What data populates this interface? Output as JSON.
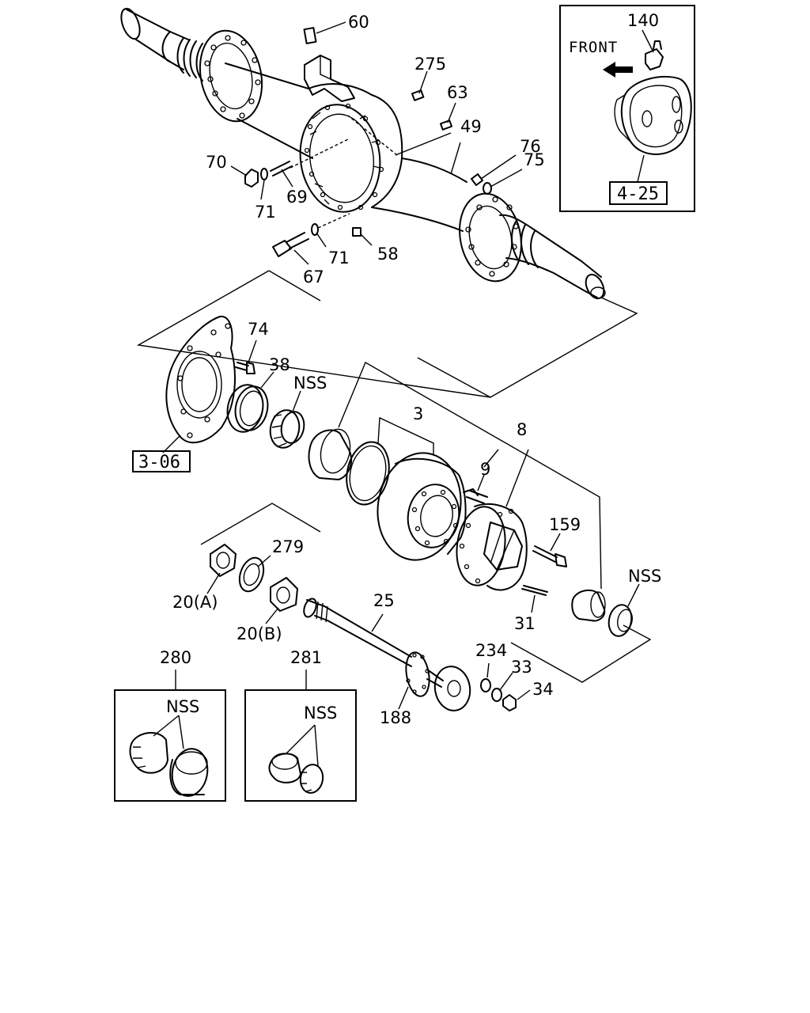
{
  "callouts": {
    "c60": "60",
    "c275": "275",
    "c63": "63",
    "c49": "49",
    "c76": "76",
    "c75": "75",
    "c70": "70",
    "c71a": "71",
    "c69": "69",
    "c71b": "71",
    "c58": "58",
    "c67": "67",
    "c74": "74",
    "c38": "38",
    "nss1": "NSS",
    "c3": "3",
    "c8": "8",
    "c9": "9",
    "c159": "159",
    "nss2": "NSS",
    "c279": "279",
    "c20a": "20(A)",
    "c20b": "20(B)",
    "c25": "25",
    "c31": "31",
    "c234": "234",
    "c33": "33",
    "c34": "34",
    "c188": "188",
    "c280": "280",
    "c281": "281",
    "nss3": "NSS",
    "nss4": "NSS"
  },
  "inset": {
    "front_label": "FRONT",
    "part": "140",
    "ref": "4-25"
  },
  "refs": {
    "r306": "3-06"
  },
  "icons": {
    "front_arrow": "arrow-left-icon"
  },
  "colors": {
    "ink": "#000000",
    "paper": "#ffffff"
  }
}
